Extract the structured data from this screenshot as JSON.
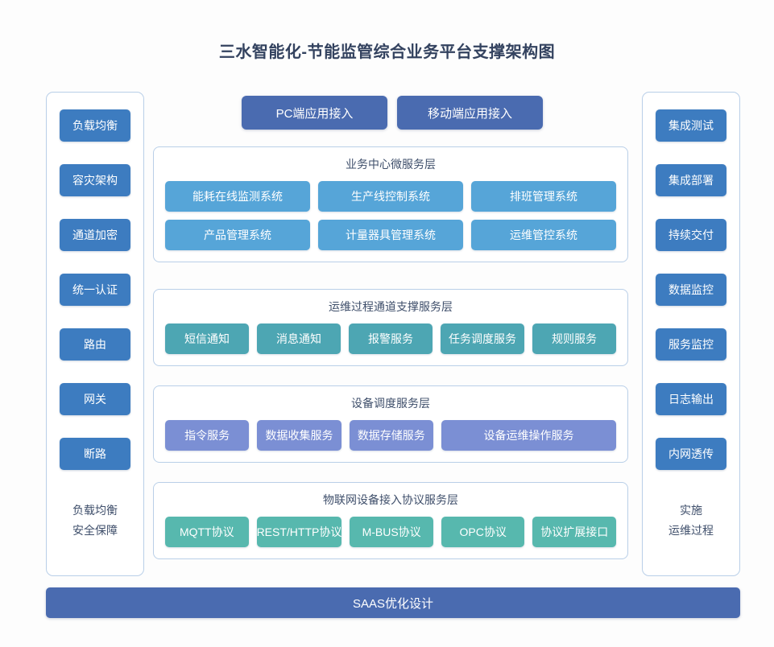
{
  "title": "三水智能化-节能监管综合业务平台支撑架构图",
  "colors": {
    "background": "#fdfdfd",
    "title_text": "#33425f",
    "panel_border": "#b9cfe8",
    "side_box": "#3d7cc0",
    "access_button": "#4a6bb0",
    "business_node": "#56a5d8",
    "ops_node": "#4da6b3",
    "device_node": "#7b8fd4",
    "iot_node": "#57b8ae",
    "saas_bar": "#4a6bb0"
  },
  "left_column": {
    "items": [
      {
        "label": "负载均衡"
      },
      {
        "label": "容灾架构"
      },
      {
        "label": "通道加密"
      },
      {
        "label": "统一认证"
      },
      {
        "label": "路由"
      },
      {
        "label": "网关"
      },
      {
        "label": "断路"
      }
    ],
    "footer_line1": "负载均衡",
    "footer_line2": "安全保障"
  },
  "right_column": {
    "items": [
      {
        "label": "集成测试"
      },
      {
        "label": "集成部署"
      },
      {
        "label": "持续交付"
      },
      {
        "label": "数据监控"
      },
      {
        "label": "服务监控"
      },
      {
        "label": "日志输出"
      },
      {
        "label": "内网透传"
      }
    ],
    "footer_line1": "实施",
    "footer_line2": "运维过程"
  },
  "access": {
    "pc_label": "PC端应用接入",
    "mobile_label": "移动端应用接入"
  },
  "layers": [
    {
      "id": "business",
      "title": "业务中心微服务层",
      "rows": [
        [
          {
            "label": "能耗在线监测系统"
          },
          {
            "label": "生产线控制系统"
          },
          {
            "label": "排班管理系统"
          }
        ],
        [
          {
            "label": "产品管理系统"
          },
          {
            "label": "计量器具管理系统"
          },
          {
            "label": "运维管控系统"
          }
        ]
      ]
    },
    {
      "id": "ops",
      "title": "运维过程通道支撑服务层",
      "rows": [
        [
          {
            "label": "短信通知"
          },
          {
            "label": "消息通知"
          },
          {
            "label": "报警服务"
          },
          {
            "label": "任务调度服务"
          },
          {
            "label": "规则服务"
          }
        ]
      ]
    },
    {
      "id": "device",
      "title": "设备调度服务层",
      "rows": [
        [
          {
            "label": "指令服务"
          },
          {
            "label": "数据收集服务"
          },
          {
            "label": "数据存储服务"
          },
          {
            "label": "设备运维操作服务",
            "wide": true
          }
        ]
      ]
    },
    {
      "id": "iot",
      "title": "物联网设备接入协议服务层",
      "rows": [
        [
          {
            "label": "MQTT协议"
          },
          {
            "label": "REST/HTTP协议"
          },
          {
            "label": "M-BUS协议"
          },
          {
            "label": "OPC协议"
          },
          {
            "label": "协议扩展接口"
          }
        ]
      ]
    }
  ],
  "saas_bar": {
    "label": "SAAS优化设计"
  }
}
